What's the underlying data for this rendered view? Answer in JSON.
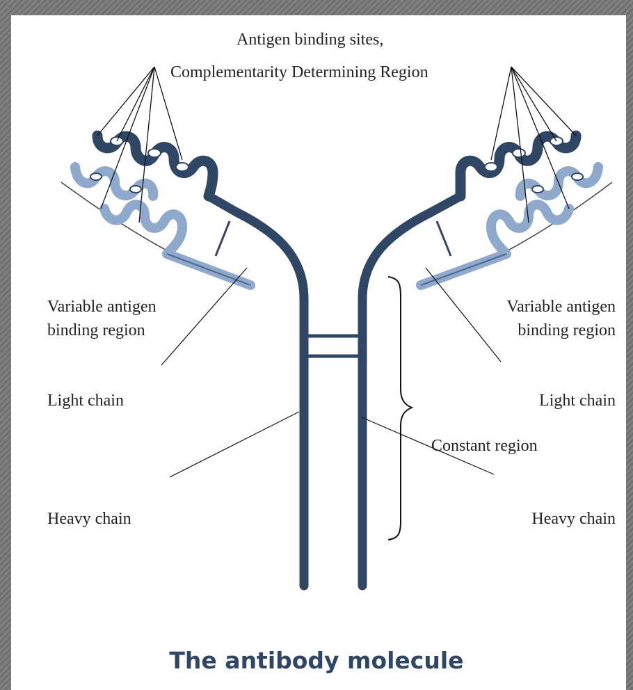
{
  "labels": {
    "cdr_line1": "Antigen binding sites,",
    "cdr_line2": "Complementarity Determining Region",
    "variable_left_1": "Variable antigen",
    "variable_left_2": "binding region",
    "variable_right_1": "Variable antigen",
    "variable_right_2": "binding region",
    "light_left": "Light chain",
    "light_right": "Light chain",
    "constant": "Constant region",
    "heavy_left": "Heavy chain",
    "heavy_right": "Heavy chain"
  },
  "caption": "The antibody molecule",
  "colors": {
    "heavy_chain": "#2f4664",
    "light_chain": "#8fa9cc",
    "cdr_tip": "#ffffff",
    "caption": "#2f4664"
  }
}
